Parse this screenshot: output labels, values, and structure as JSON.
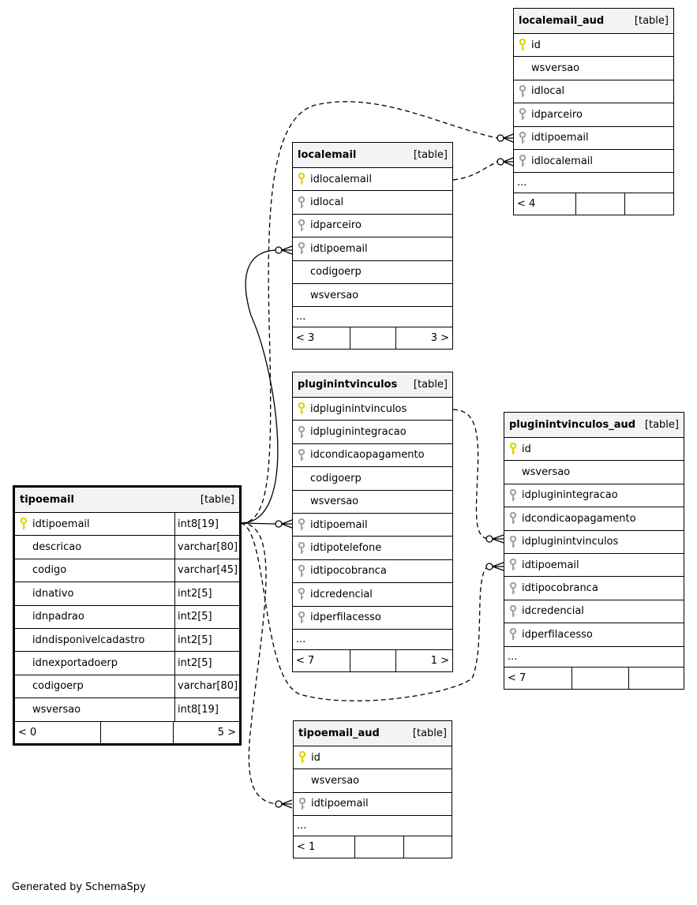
{
  "footer": "Generated by SchemaSpy",
  "tables": {
    "localemail_aud": {
      "name": "localemail_aud",
      "type": "[table]",
      "columns": [
        {
          "name": "id",
          "key": "primary"
        },
        {
          "name": "wsversao",
          "key": "none"
        },
        {
          "name": "idlocal",
          "key": "foreign"
        },
        {
          "name": "idparceiro",
          "key": "foreign"
        },
        {
          "name": "idtipoemail",
          "key": "foreign"
        },
        {
          "name": "idlocalemail",
          "key": "foreign"
        }
      ],
      "ellipsis": "...",
      "parents": "< 4",
      "mid": "",
      "children": ""
    },
    "localemail": {
      "name": "localemail",
      "type": "[table]",
      "columns": [
        {
          "name": "idlocalemail",
          "key": "primary"
        },
        {
          "name": "idlocal",
          "key": "foreign"
        },
        {
          "name": "idparceiro",
          "key": "foreign"
        },
        {
          "name": "idtipoemail",
          "key": "foreign"
        },
        {
          "name": "codigoerp",
          "key": "none"
        },
        {
          "name": "wsversao",
          "key": "none"
        }
      ],
      "ellipsis": "...",
      "parents": "< 3",
      "mid": "",
      "children": "3 >"
    },
    "pluginintvinculos": {
      "name": "pluginintvinculos",
      "type": "[table]",
      "columns": [
        {
          "name": "idpluginintvinculos",
          "key": "primary"
        },
        {
          "name": "idpluginintegracao",
          "key": "foreign"
        },
        {
          "name": "idcondicaopagamento",
          "key": "foreign"
        },
        {
          "name": "codigoerp",
          "key": "none"
        },
        {
          "name": "wsversao",
          "key": "none"
        },
        {
          "name": "idtipoemail",
          "key": "foreign"
        },
        {
          "name": "idtipotelefone",
          "key": "foreign"
        },
        {
          "name": "idtipocobranca",
          "key": "foreign"
        },
        {
          "name": "idcredencial",
          "key": "foreign"
        },
        {
          "name": "idperfilacesso",
          "key": "foreign"
        }
      ],
      "ellipsis": "...",
      "parents": "< 7",
      "mid": "",
      "children": "1 >"
    },
    "pluginintvinculos_aud": {
      "name": "pluginintvinculos_aud",
      "type": "[table]",
      "columns": [
        {
          "name": "id",
          "key": "primary"
        },
        {
          "name": "wsversao",
          "key": "none"
        },
        {
          "name": "idpluginintegracao",
          "key": "foreign"
        },
        {
          "name": "idcondicaopagamento",
          "key": "foreign"
        },
        {
          "name": "idpluginintvinculos",
          "key": "foreign"
        },
        {
          "name": "idtipoemail",
          "key": "foreign"
        },
        {
          "name": "idtipocobranca",
          "key": "foreign"
        },
        {
          "name": "idcredencial",
          "key": "foreign"
        },
        {
          "name": "idperfilacesso",
          "key": "foreign"
        }
      ],
      "ellipsis": "...",
      "parents": "< 7",
      "mid": "",
      "children": ""
    },
    "tipoemail": {
      "name": "tipoemail",
      "type": "[table]",
      "columns": [
        {
          "name": "idtipoemail",
          "key": "primary",
          "type": "int8[19]"
        },
        {
          "name": "descricao",
          "key": "none",
          "type": "varchar[80]"
        },
        {
          "name": "codigo",
          "key": "none",
          "type": "varchar[45]"
        },
        {
          "name": "idnativo",
          "key": "none",
          "type": "int2[5]"
        },
        {
          "name": "idnpadrao",
          "key": "none",
          "type": "int2[5]"
        },
        {
          "name": "idndisponivelcadastro",
          "key": "none",
          "type": "int2[5]"
        },
        {
          "name": "idnexportadoerp",
          "key": "none",
          "type": "int2[5]"
        },
        {
          "name": "codigoerp",
          "key": "none",
          "type": "varchar[80]"
        },
        {
          "name": "wsversao",
          "key": "none",
          "type": "int8[19]"
        }
      ],
      "parents": "< 0",
      "mid": "",
      "children": "5 >"
    },
    "tipoemail_aud": {
      "name": "tipoemail_aud",
      "type": "[table]",
      "columns": [
        {
          "name": "id",
          "key": "primary"
        },
        {
          "name": "wsversao",
          "key": "none"
        },
        {
          "name": "idtipoemail",
          "key": "foreign"
        }
      ],
      "ellipsis": "...",
      "parents": "< 1",
      "mid": "",
      "children": ""
    }
  },
  "colors": {
    "primary_key": "#e0d000",
    "foreign_key": "#a0a0a0",
    "header_bg": "#f3f3f3",
    "line": "#000000"
  }
}
